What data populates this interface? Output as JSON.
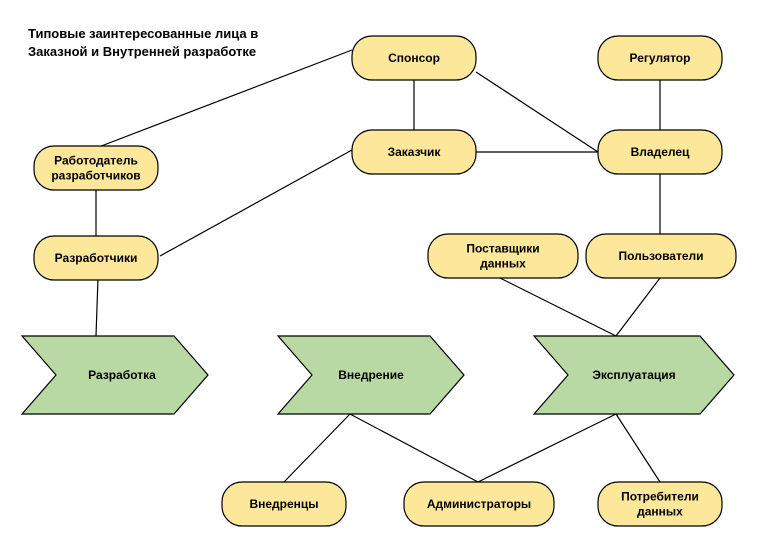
{
  "title": [
    "Типовые заинтересованные лица в",
    "Заказной и Внутренней разработке"
  ],
  "colors": {
    "node_fill": "#fce79a",
    "node_stroke": "#000000",
    "phase_fill": "#b9d9a4",
    "line": "#000000"
  },
  "nodes": {
    "sponsor": [
      "Спонсор"
    ],
    "regulator": [
      "Регулятор"
    ],
    "customer": [
      "Заказчик"
    ],
    "owner": [
      "Владелец"
    ],
    "employer": [
      "Работодатель",
      "разработчиков"
    ],
    "developers": [
      "Разработчики"
    ],
    "data_providers": [
      "Поставщики",
      "данных"
    ],
    "users": [
      "Пользователи"
    ],
    "implementers": [
      "Внедренцы"
    ],
    "admins": [
      "Администраторы"
    ],
    "data_consumers": [
      "Потребители",
      "данных"
    ]
  },
  "phases": {
    "development": "Разработка",
    "implementation": "Внедрение",
    "operation": "Эксплуатация"
  }
}
